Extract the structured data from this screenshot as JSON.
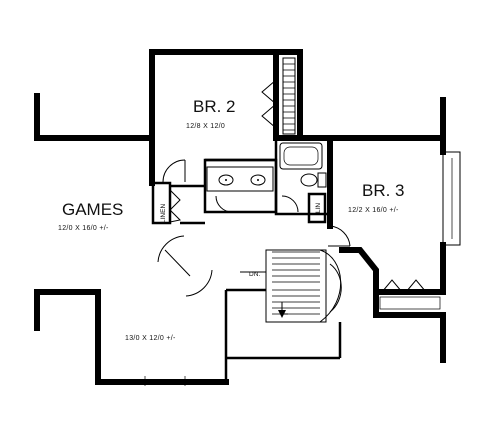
{
  "rooms": {
    "games": {
      "name": "GAMES",
      "dims": "12/0 X 16/0 +/-"
    },
    "br2": {
      "name": "BR. 2",
      "dims": "12/8 X 12/0"
    },
    "br3": {
      "name": "BR. 3",
      "dims": "12/2 X 16/0 +/-"
    },
    "loft": {
      "dims": "13/0 X 12/0 +/-"
    }
  },
  "labels": {
    "linen": "LINEN",
    "lin": "LIN",
    "down": "DN."
  }
}
